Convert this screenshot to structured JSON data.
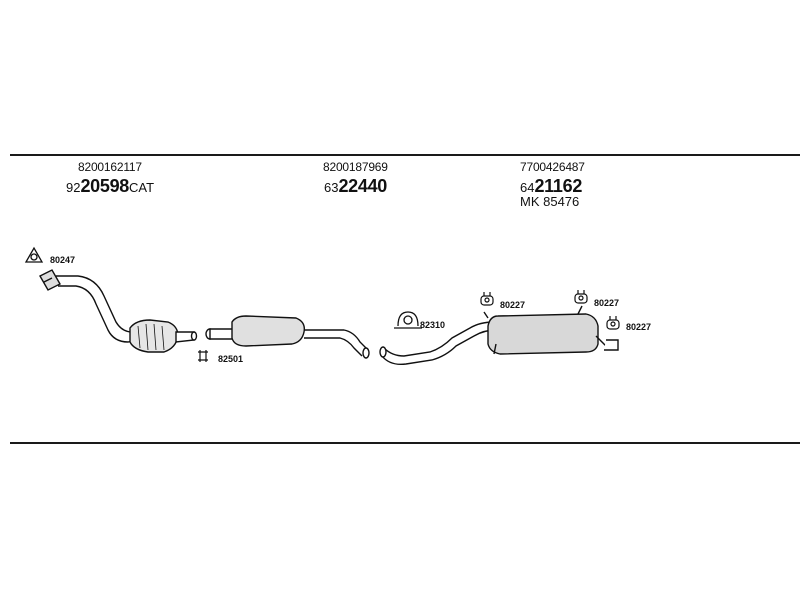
{
  "sections": [
    {
      "ref": "8200162117",
      "prefix": "92",
      "number": "20598",
      "suffix": "CAT"
    },
    {
      "ref": "8200187969",
      "prefix": "63",
      "number": "22440",
      "suffix": ""
    },
    {
      "ref": "7700426487",
      "prefix": "64",
      "number": "21162",
      "suffix": ""
    }
  ],
  "extra": "MK  85476",
  "callouts": {
    "gasket": "80247",
    "clamp_front": "82501",
    "clamp_mid": "82310",
    "hanger_1": "80227",
    "hanger_2": "80227",
    "hanger_3": "80227"
  }
}
